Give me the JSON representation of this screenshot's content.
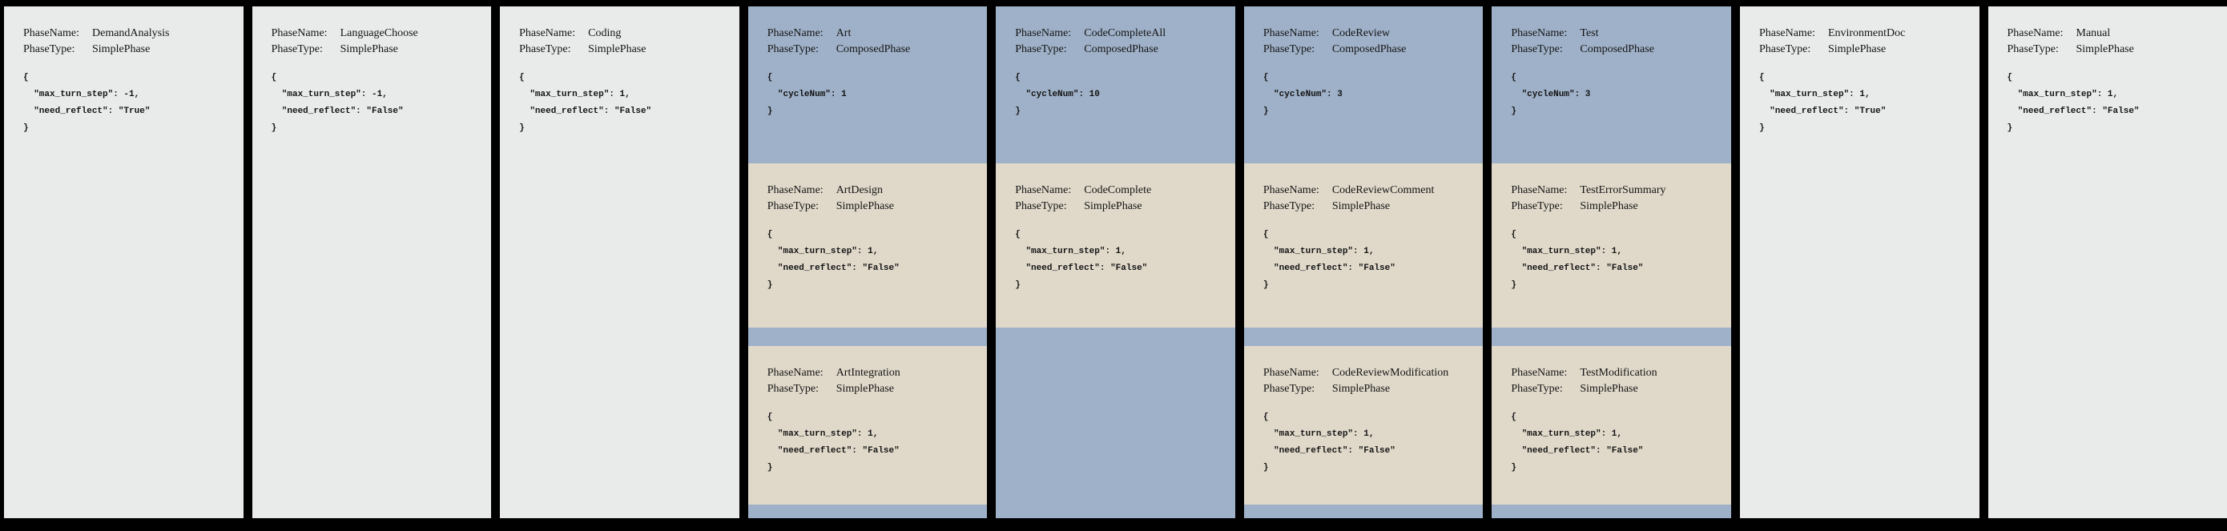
{
  "labels": {
    "phase_name": "PhaseName:",
    "phase_type": "PhaseType:",
    "simple_type": "SimplePhase",
    "composed_type": "ComposedPhase"
  },
  "colors": {
    "background": "#000000",
    "simple_phase_bg": "#e8ebe9",
    "composed_phase_bg": "#9fb1c8",
    "subphase_bg": "#e0d9ca",
    "text": "#141414"
  },
  "phases": [
    {
      "name": "DemandAnalysis",
      "type": "SimplePhase",
      "config": "{\n  \"max_turn_step\": -1,\n  \"need_reflect\": \"True\"\n}"
    },
    {
      "name": "LanguageChoose",
      "type": "SimplePhase",
      "config": "{\n  \"max_turn_step\": -1,\n  \"need_reflect\": \"False\"\n}"
    },
    {
      "name": "Coding",
      "type": "SimplePhase",
      "config": "{\n  \"max_turn_step\": 1,\n  \"need_reflect\": \"False\"\n}"
    },
    {
      "name": "Art",
      "type": "ComposedPhase",
      "config": "{\n  \"cycleNum\": 1\n}",
      "subphases": [
        {
          "name": "ArtDesign",
          "type": "SimplePhase",
          "config": "{\n  \"max_turn_step\": 1,\n  \"need_reflect\": \"False\"\n}"
        },
        {
          "name": "ArtIntegration",
          "type": "SimplePhase",
          "config": "{\n  \"max_turn_step\": 1,\n  \"need_reflect\": \"False\"\n}"
        }
      ]
    },
    {
      "name": "CodeCompleteAll",
      "type": "ComposedPhase",
      "config": "{\n  \"cycleNum\": 10\n}",
      "subphases": [
        {
          "name": "CodeComplete",
          "type": "SimplePhase",
          "config": "{\n  \"max_turn_step\": 1,\n  \"need_reflect\": \"False\"\n}"
        }
      ]
    },
    {
      "name": "CodeReview",
      "type": "ComposedPhase",
      "config": "{\n  \"cycleNum\": 3\n}",
      "subphases": [
        {
          "name": "CodeReviewComment",
          "type": "SimplePhase",
          "config": "{\n  \"max_turn_step\": 1,\n  \"need_reflect\": \"False\"\n}"
        },
        {
          "name": "CodeReviewModification",
          "type": "SimplePhase",
          "config": "{\n  \"max_turn_step\": 1,\n  \"need_reflect\": \"False\"\n}"
        }
      ]
    },
    {
      "name": "Test",
      "type": "ComposedPhase",
      "config": "{\n  \"cycleNum\": 3\n}",
      "subphases": [
        {
          "name": "TestErrorSummary",
          "type": "SimplePhase",
          "config": "{\n  \"max_turn_step\": 1,\n  \"need_reflect\": \"False\"\n}"
        },
        {
          "name": "TestModification",
          "type": "SimplePhase",
          "config": "{\n  \"max_turn_step\": 1,\n  \"need_reflect\": \"False\"\n}"
        }
      ]
    },
    {
      "name": "EnvironmentDoc",
      "type": "SimplePhase",
      "config": "{\n  \"max_turn_step\": 1,\n  \"need_reflect\": \"True\"\n}"
    },
    {
      "name": "Manual",
      "type": "SimplePhase",
      "config": "{\n  \"max_turn_step\": 1,\n  \"need_reflect\": \"False\"\n}"
    }
  ]
}
